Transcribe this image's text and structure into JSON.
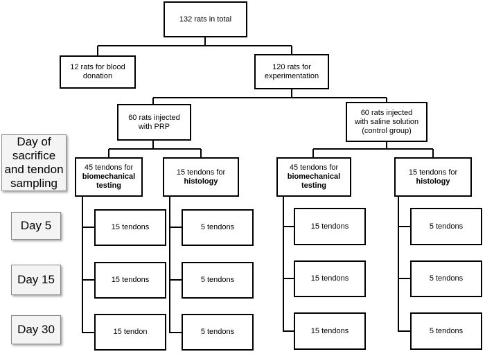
{
  "nodes": {
    "total": "132 rats in total",
    "blood": "12 rats for blood\ndonation",
    "experimentation": "120 rats for\nexperimentation",
    "prp": "60 rats injected\nwith PRP",
    "saline": "60 rats injected\nwith saline solution\n(control group)",
    "prp_biomech_top": "45 tendons for",
    "prp_biomech_bold": "biomechanical\ntesting",
    "prp_histo_top": "15 tendons for",
    "prp_histo_bold": "histology",
    "sal_biomech_top": "45 tendons for",
    "sal_biomech_bold": "biomechanical\ntesting",
    "sal_histo_top": "15 tendons for",
    "sal_histo_bold": "histology"
  },
  "side_labels": {
    "header": "Day of\nsacrifice\nand tendon\nsampling",
    "day5": "Day 5",
    "day15": "Day 15",
    "day30": "Day 30"
  },
  "leaves": {
    "prp_biomech": [
      "15 tendons",
      "15 tendons",
      "15 tendon"
    ],
    "prp_histo": [
      "5 tendons",
      "5 tendons",
      "5 tendons"
    ],
    "sal_biomech": [
      "15 tendons",
      "15 tendons",
      "15 tendons"
    ],
    "sal_histo": [
      "5 tendons",
      "5 tendons",
      "5 tendons"
    ]
  }
}
